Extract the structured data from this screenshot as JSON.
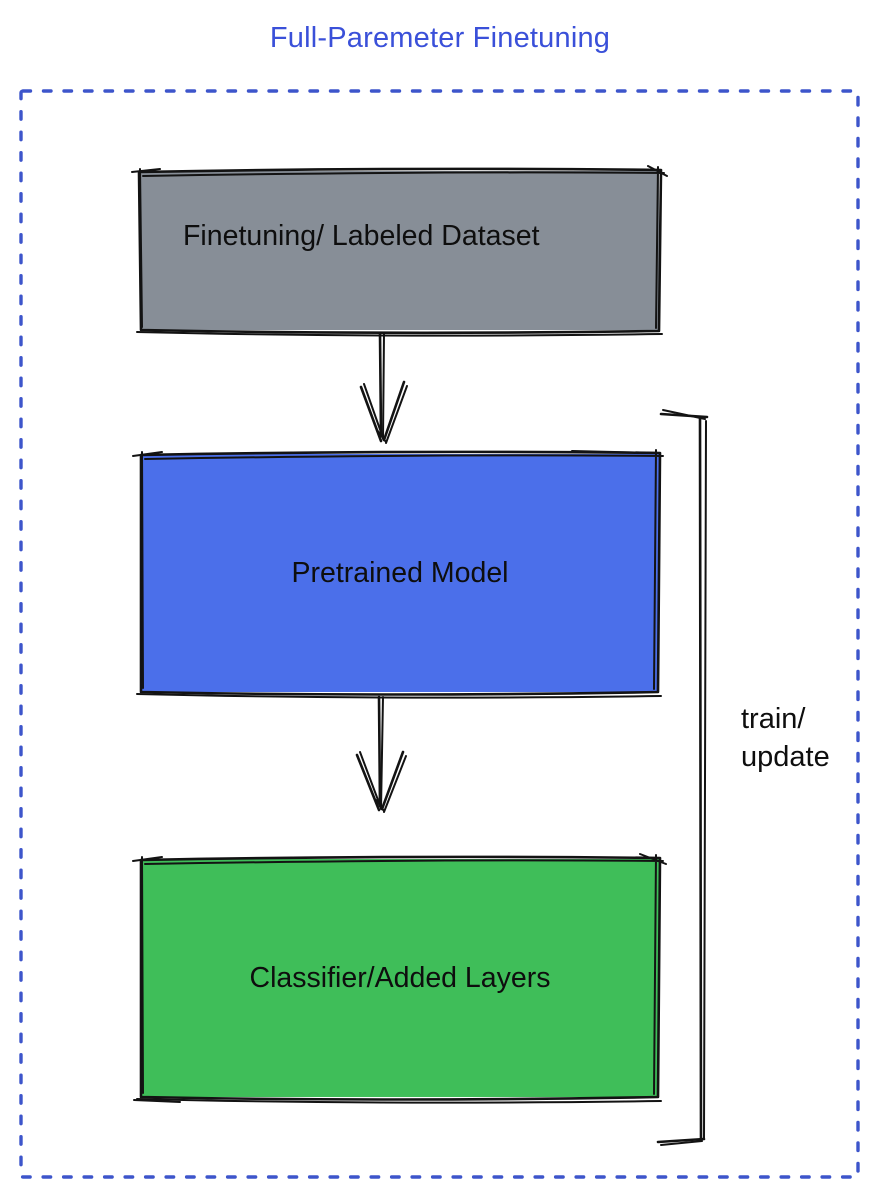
{
  "title": "Full-Paremeter Finetuning",
  "colors": {
    "title_text": "#3a50d9",
    "dashed_border": "#3d55cb",
    "sketch_stroke": "#131313",
    "label_text": "#0e0e0e",
    "dataset_fill": "#878e97",
    "pretrained_fill": "#4b6fea",
    "classifier_fill": "#3fbe59",
    "background": "#ffffff"
  },
  "diagram": {
    "nodes": [
      {
        "id": "dataset",
        "label": "Finetuning/ Labeled Dataset",
        "fill": "#878e97"
      },
      {
        "id": "pretrained",
        "label": "Pretrained Model",
        "fill": "#4b6fea"
      },
      {
        "id": "classifier",
        "label": "Classifier/Added Layers",
        "fill": "#3fbe59"
      }
    ],
    "edges": [
      {
        "from": "dataset",
        "to": "pretrained",
        "style": "hand-drawn-arrow-down"
      },
      {
        "from": "pretrained",
        "to": "classifier",
        "style": "hand-drawn-arrow-down"
      }
    ],
    "bracket": {
      "label_line1": "train/",
      "label_line2": "update",
      "spans": "pretrained-and-classifier"
    }
  }
}
